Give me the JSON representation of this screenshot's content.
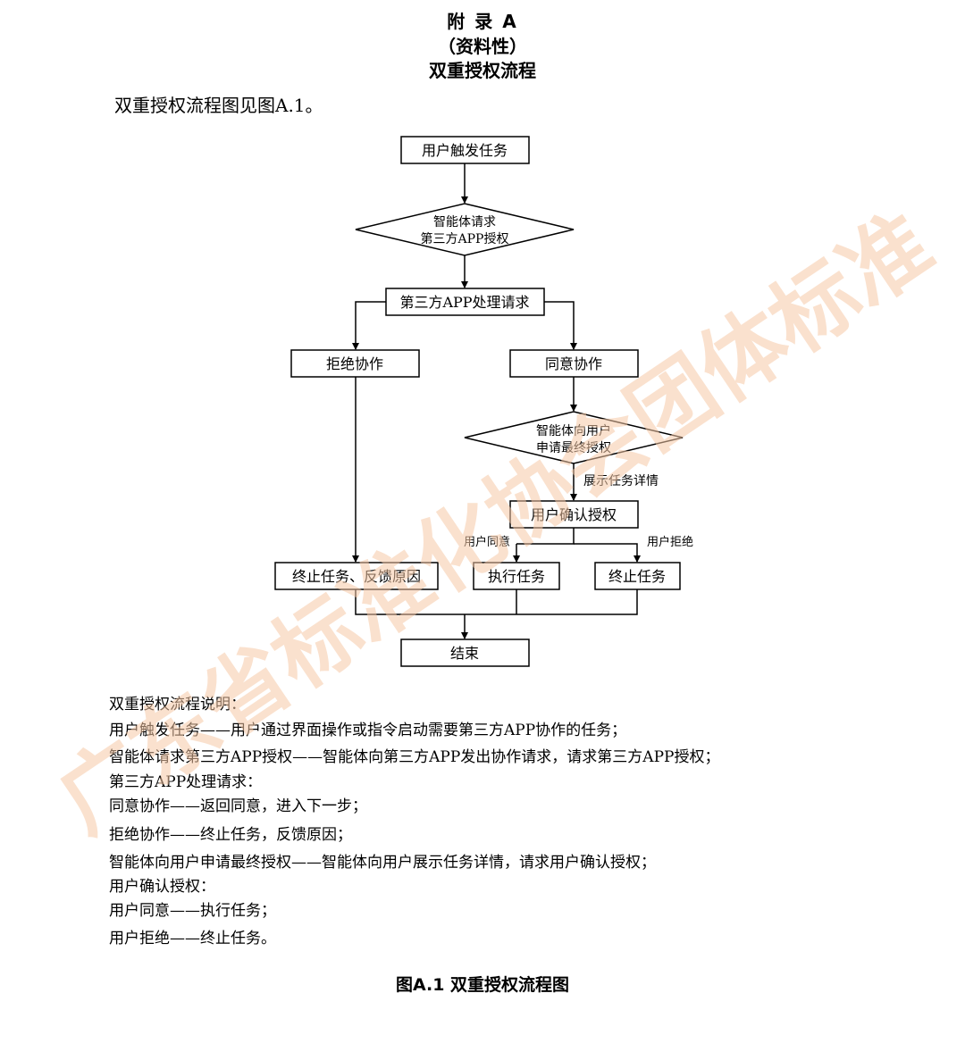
{
  "header": {
    "annex": "附 录 A",
    "nature": "（资料性）",
    "title": "双重授权流程"
  },
  "intro": "双重授权流程图见图A.1。",
  "flow": {
    "user_trigger": "用户触发任务",
    "agent_request_line1": "智能体请求",
    "agent_request_line2": "第三方APP授权",
    "app_process": "第三方APP处理请求",
    "reject": "拒绝协作",
    "agree": "同意协作",
    "agent_user_line1": "智能体向用户",
    "agent_user_line2": "申请最终授权",
    "show_detail": "展示任务详情",
    "user_confirm": "用户确认授权",
    "user_agree": "用户同意",
    "user_reject": "用户拒绝",
    "terminate_feedback": "终止任务、反馈原因",
    "execute": "执行任务",
    "terminate": "终止任务",
    "end": "结束"
  },
  "explain": [
    "双重授权流程说明：",
    "用户触发任务——用户通过界面操作或指令启动需要第三方APP协作的任务；",
    "智能体请求第三方APP授权——智能体向第三方APP发出协作请求，请求第三方APP授权；",
    "第三方APP处理请求：",
    "同意协作——返回同意，进入下一步；",
    "拒绝协作——终止任务，反馈原因；",
    "智能体向用户申请最终授权——智能体向用户展示任务详情，请求用户确认授权；",
    "用户确认授权：",
    "用户同意——执行任务；",
    "用户拒绝——终止任务。"
  ],
  "caption": "图A.1 双重授权流程图",
  "watermark": "广东省标准化协会团体标准",
  "colors": {
    "watermark": "#f6c9a6",
    "line": "#000000"
  }
}
